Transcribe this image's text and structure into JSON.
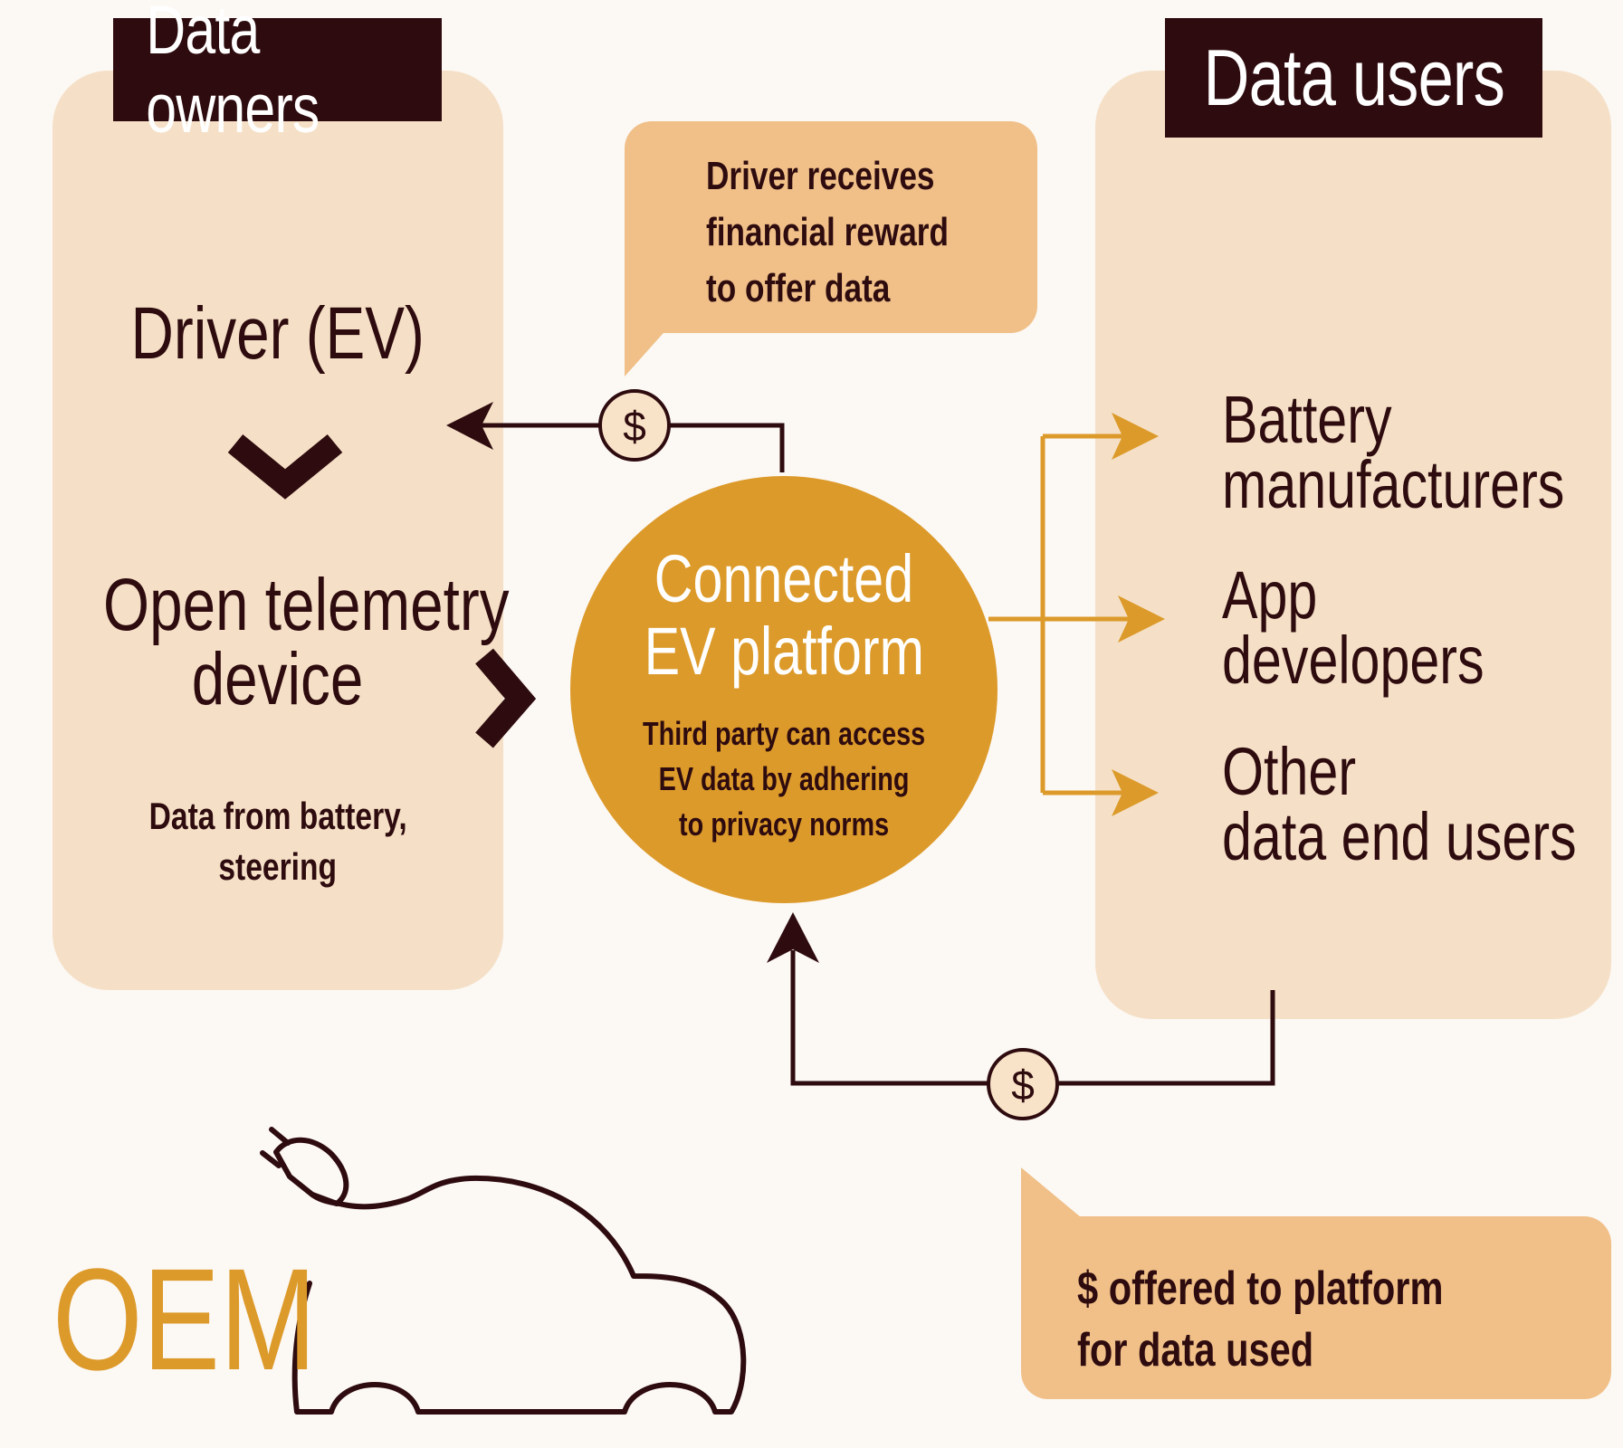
{
  "owners": {
    "header": "Data owners",
    "driver": "Driver (EV)",
    "device_line1": "Open telemetry",
    "device_line2": "device",
    "data_line1": "Data from battery,",
    "data_line2": "steering"
  },
  "users": {
    "header": "Data users",
    "items": [
      {
        "line1": "Battery",
        "line2": "manufacturers"
      },
      {
        "line1": "App",
        "line2": "developers"
      },
      {
        "line1": "Other",
        "line2": "data end users"
      }
    ]
  },
  "platform": {
    "title_line1": "Connected",
    "title_line2": "EV platform",
    "desc_line1": "Third party can access",
    "desc_line2": "EV data by adhering",
    "desc_line3": "to privacy norms"
  },
  "callout_top": {
    "line1": "Driver receives",
    "line2": "financial reward",
    "line3": "to offer data"
  },
  "callout_bottom": {
    "line1": "$ offered to platform",
    "line2": "for data used"
  },
  "coin_symbol": "$",
  "oem_label": "OEM",
  "colors": {
    "dark": "#2e0b0e",
    "panel": "#f5e0c7",
    "callout": "#f0c088",
    "platform": "#dc9a2a",
    "background": "#fcf8f4"
  }
}
